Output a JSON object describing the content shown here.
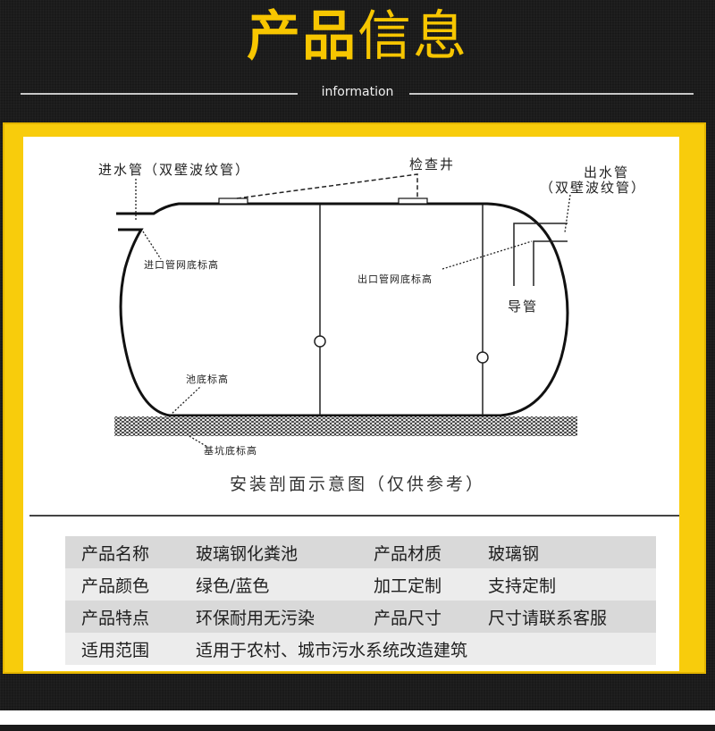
{
  "header": {
    "title_bold": "产品",
    "title_thin": "信息",
    "subtitle": "information"
  },
  "colors": {
    "accent_yellow": "#f8cc0c",
    "background_dark": "#1c1c1c",
    "title_yellow": "#f7c600"
  },
  "diagram": {
    "labels": {
      "inlet_pipe": "进水管（双壁波纹管）",
      "inspection_well": "检查井",
      "outlet_pipe_line1": "出水管",
      "outlet_pipe_line2": "（双壁波纹管）",
      "inlet_elevation": "进口管网底标高",
      "outlet_elevation": "出口管网底标高",
      "guide_pipe": "导管",
      "tank_bottom_elevation": "池底标高",
      "pit_bottom_elevation": "基坑底标高"
    },
    "caption": "安装剖面示意图（仅供参考）"
  },
  "specs": {
    "rows": [
      {
        "label1": "产品名称",
        "value1": "玻璃钢化粪池",
        "label2": "产品材质",
        "value2": "玻璃钢"
      },
      {
        "label1": "产品颜色",
        "value1": "绿色/蓝色",
        "label2": "加工定制",
        "value2": "支持定制"
      },
      {
        "label1": "产品特点",
        "value1": "环保耐用无污染",
        "label2": "产品尺寸",
        "value2": "尺寸请联系客服"
      },
      {
        "label1": "适用范围",
        "value1": "适用于农村、城市污水系统改造建筑"
      }
    ]
  }
}
